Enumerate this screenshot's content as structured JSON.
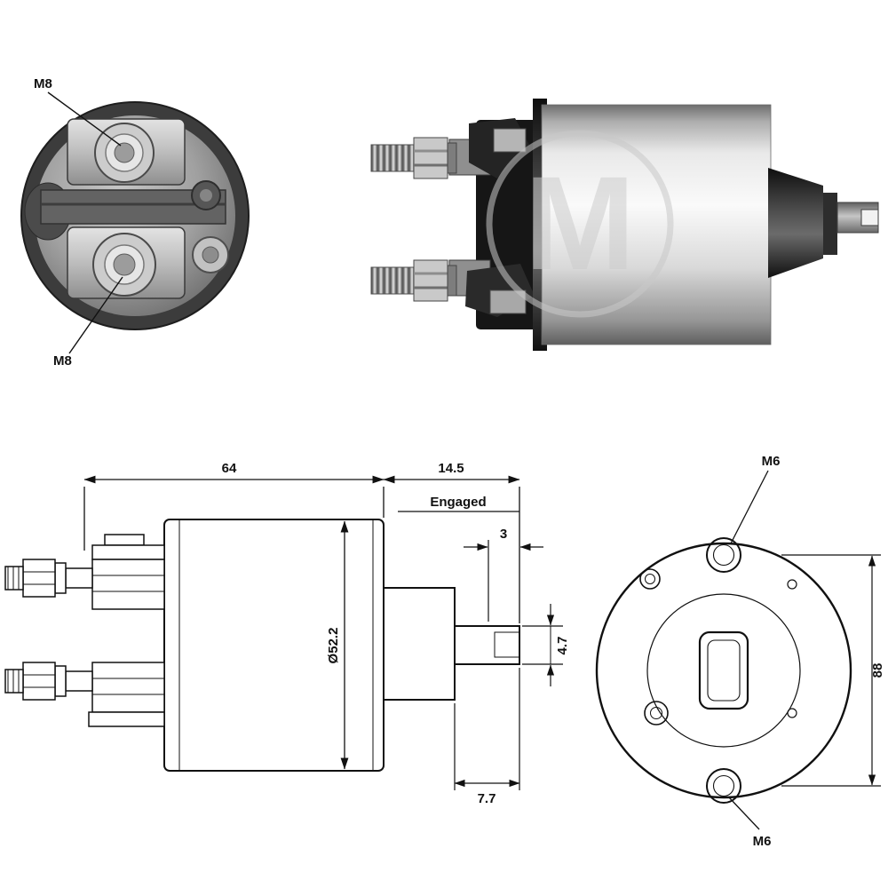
{
  "views": {
    "rear": {
      "label_top": "M8",
      "label_bottom": "M8"
    },
    "photo": {
      "watermark": "M"
    },
    "side": {
      "dim_length": "64",
      "dim_engaged": "14.5",
      "engaged_label": "Engaged",
      "dim_slot": "3",
      "dim_diameter": "Ø52.2",
      "dim_pin_height": "4.7",
      "dim_pin_length": "7.7"
    },
    "front": {
      "label_top": "M6",
      "label_bottom": "M6",
      "dim_spacing": "88"
    }
  },
  "colors": {
    "line": "#111111",
    "housing_dark": "#161616",
    "metal_light": "#fafafa",
    "watermark_gray": "#c9c9c9"
  }
}
